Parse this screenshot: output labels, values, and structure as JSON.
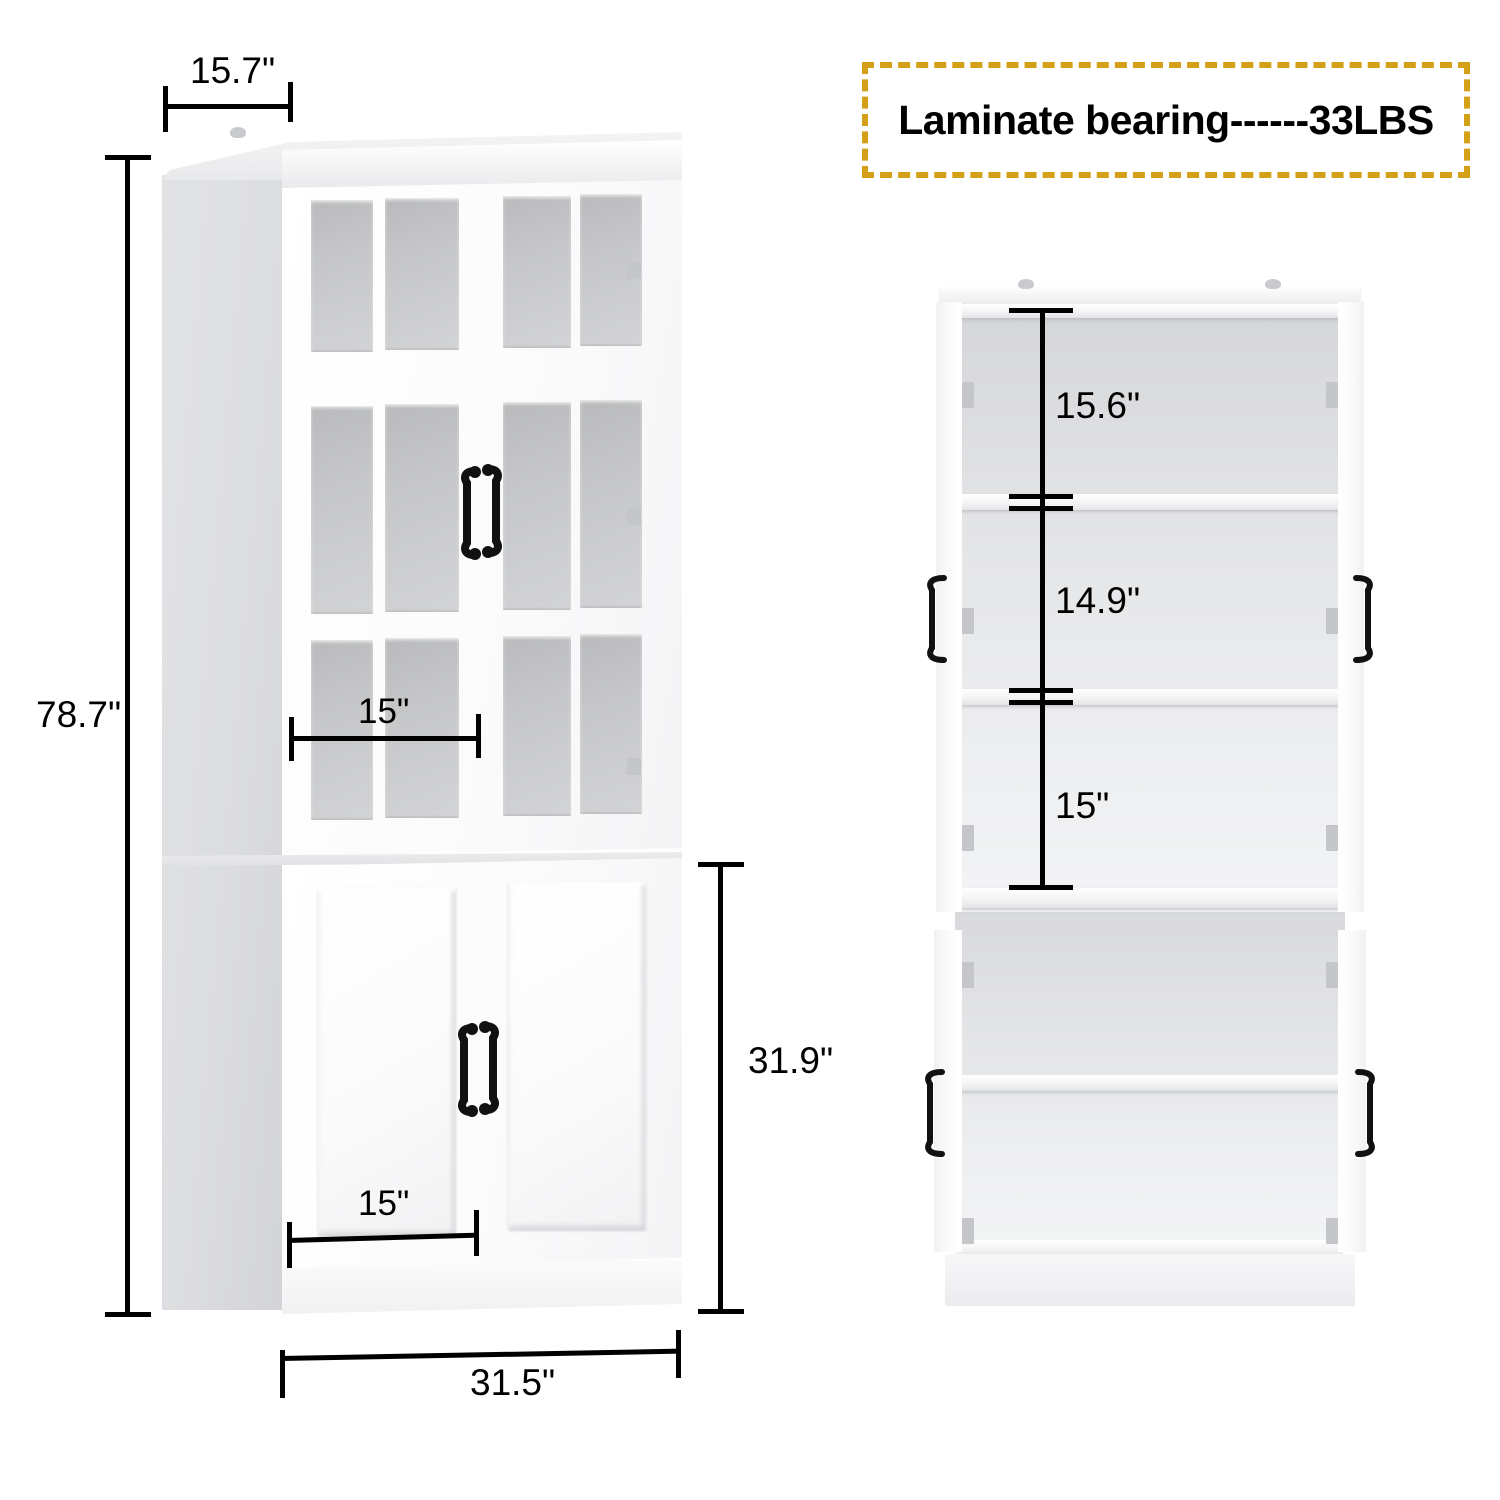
{
  "banner": {
    "text": "Laminate bearing------33LBS",
    "border_color": "#d4a017",
    "text_color": "#000000"
  },
  "left_view": {
    "name": "closed-cabinet-front-view",
    "dimensions": {
      "depth": "15.7\"",
      "total_height": "78.7\"",
      "total_width": "31.5\"",
      "lower_section_height": "31.9\"",
      "upper_door_width": "15\"",
      "lower_door_width": "15\""
    },
    "doors": {
      "upper": {
        "type": "glass-panel-door",
        "count": 2,
        "panes_per_door": 6,
        "pane_rows": 3,
        "pane_cols": 2
      },
      "lower": {
        "type": "raised-panel-door",
        "count": 2
      }
    },
    "handle_color": "#111111"
  },
  "right_view": {
    "name": "open-cabinet-front-view",
    "shelf_dimensions": {
      "top_compartment": "15.6\"",
      "middle_compartment": "14.9\"",
      "bottom_compartment": "15\""
    },
    "upper_shelf_count": 2,
    "lower_shelf_count": 1
  }
}
